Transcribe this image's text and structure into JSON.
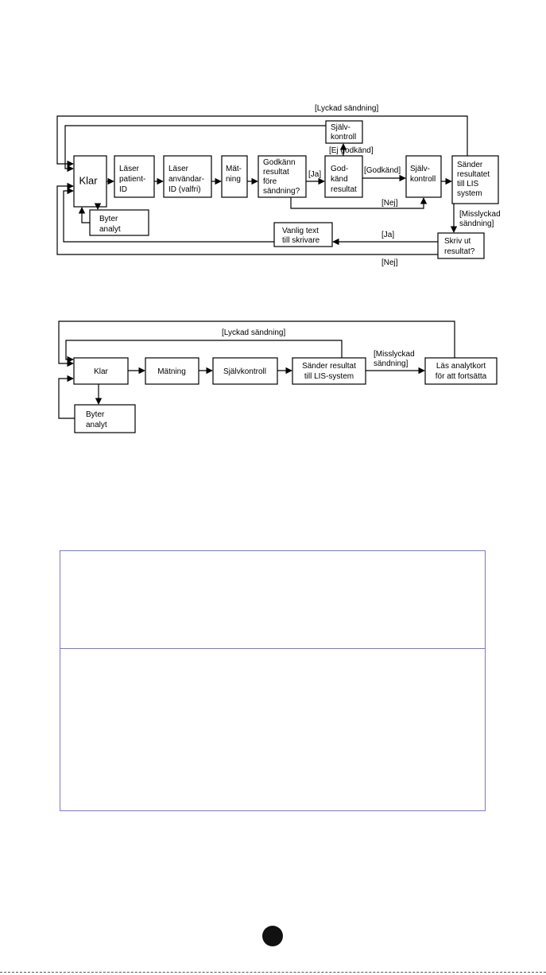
{
  "diagram_top": {
    "nodes": {
      "klar": [
        "Klar"
      ],
      "laser_patient": [
        "Läser",
        "patient-",
        "ID"
      ],
      "laser_anvandar": [
        "Läser",
        "användar-",
        "ID (valfri)"
      ],
      "matning": [
        "Mät-",
        "ning"
      ],
      "godkann": [
        "Godkänn",
        "resultat",
        "före",
        "sändning?"
      ],
      "godkand_resultat": [
        "God-",
        "känd",
        "resultat"
      ],
      "sjalvkontroll_mid": [
        "Själv-",
        "kontroll"
      ],
      "sander": [
        "Sänder",
        "resultatet",
        "till LIS",
        "system"
      ],
      "sjalvkontroll_top": [
        "Själv-",
        "kontroll"
      ],
      "byter_analyt": [
        "Byter",
        "analyt"
      ],
      "vanlig_text": [
        "Vanlig text",
        "till skrivare"
      ],
      "skriv_ut": [
        "Skriv ut",
        "resultat?"
      ]
    },
    "labels": {
      "lyckad": "[Lyckad sändning]",
      "ej_godkand": "[Ej godkänd]",
      "ja1": "[Ja]",
      "godkand": "[Godkänd]",
      "nej1": "[Nej]",
      "misslyckad": [
        "[Misslyckad",
        "sändning]"
      ],
      "ja2": "[Ja]",
      "nej2": "[Nej]"
    }
  },
  "diagram_bottom": {
    "nodes": {
      "klar": [
        "Klar"
      ],
      "matning": [
        "Mätning"
      ],
      "sjalvkontroll": [
        "Självkontroll"
      ],
      "sander": [
        "Sänder resultat",
        "till LIS-system"
      ],
      "las_analytkort": [
        "Läs analytkort",
        "för att fortsätta"
      ],
      "byter_analyt": [
        "Byter",
        "analyt"
      ]
    },
    "labels": {
      "lyckad": "[Lyckad sändning]",
      "misslyckad": [
        "[Misslyckad",
        "sändning]"
      ]
    }
  }
}
